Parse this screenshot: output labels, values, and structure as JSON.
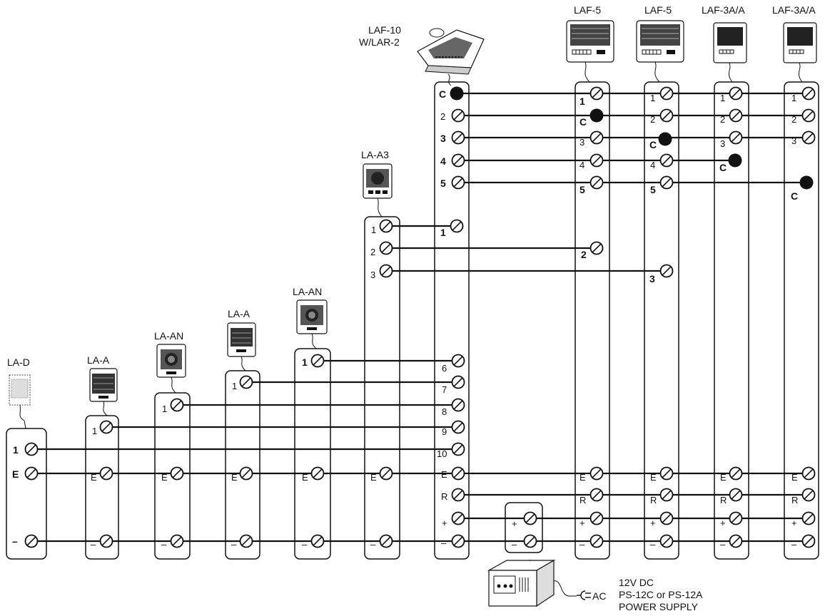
{
  "stations": {
    "lad": {
      "name": "LA-D",
      "t1": "1",
      "te": "E"
    },
    "laa1": {
      "name": "LA-A",
      "t1": "1",
      "te": "E"
    },
    "laan1": {
      "name": "LA-AN",
      "t1": "1",
      "te": "E"
    },
    "laa2": {
      "name": "LA-A",
      "t1": "1",
      "te": "E"
    },
    "laan2": {
      "name": "LA-AN",
      "t1": "1",
      "te": "E"
    },
    "laa3": {
      "name": "LA-A3",
      "t1": "1",
      "t2": "2",
      "t3": "3",
      "te": "E"
    },
    "laf10": {
      "name_line1": "LAF-10",
      "name_line2": "W/LAR-2",
      "t": [
        "C",
        "2",
        "3",
        "4",
        "5",
        "1",
        "6",
        "7",
        "8",
        "9",
        "10",
        "E",
        "R",
        "+"
      ]
    },
    "laf5a": {
      "name": "LAF-5",
      "t": [
        "1",
        "C",
        "3",
        "4",
        "5",
        "2",
        "E",
        "R",
        "+"
      ]
    },
    "laf5b": {
      "name": "LAF-5",
      "t": [
        "1",
        "2",
        "C",
        "4",
        "5",
        "3",
        "E",
        "R",
        "+"
      ]
    },
    "laf3a": {
      "name": "LAF-3A/A",
      "t": [
        "1",
        "2",
        "3",
        "C",
        "E",
        "R",
        "+"
      ]
    },
    "laf3b": {
      "name": "LAF-3A/A",
      "t": [
        "1",
        "2",
        "3",
        "C",
        "E",
        "R",
        "+"
      ]
    }
  },
  "minus": "–",
  "psu_terminal_plus": "+",
  "power_supply": {
    "ac_label": "AC",
    "line1": "12V DC",
    "line2": "PS-12C or PS-12A",
    "line3": "POWER SUPPLY"
  }
}
